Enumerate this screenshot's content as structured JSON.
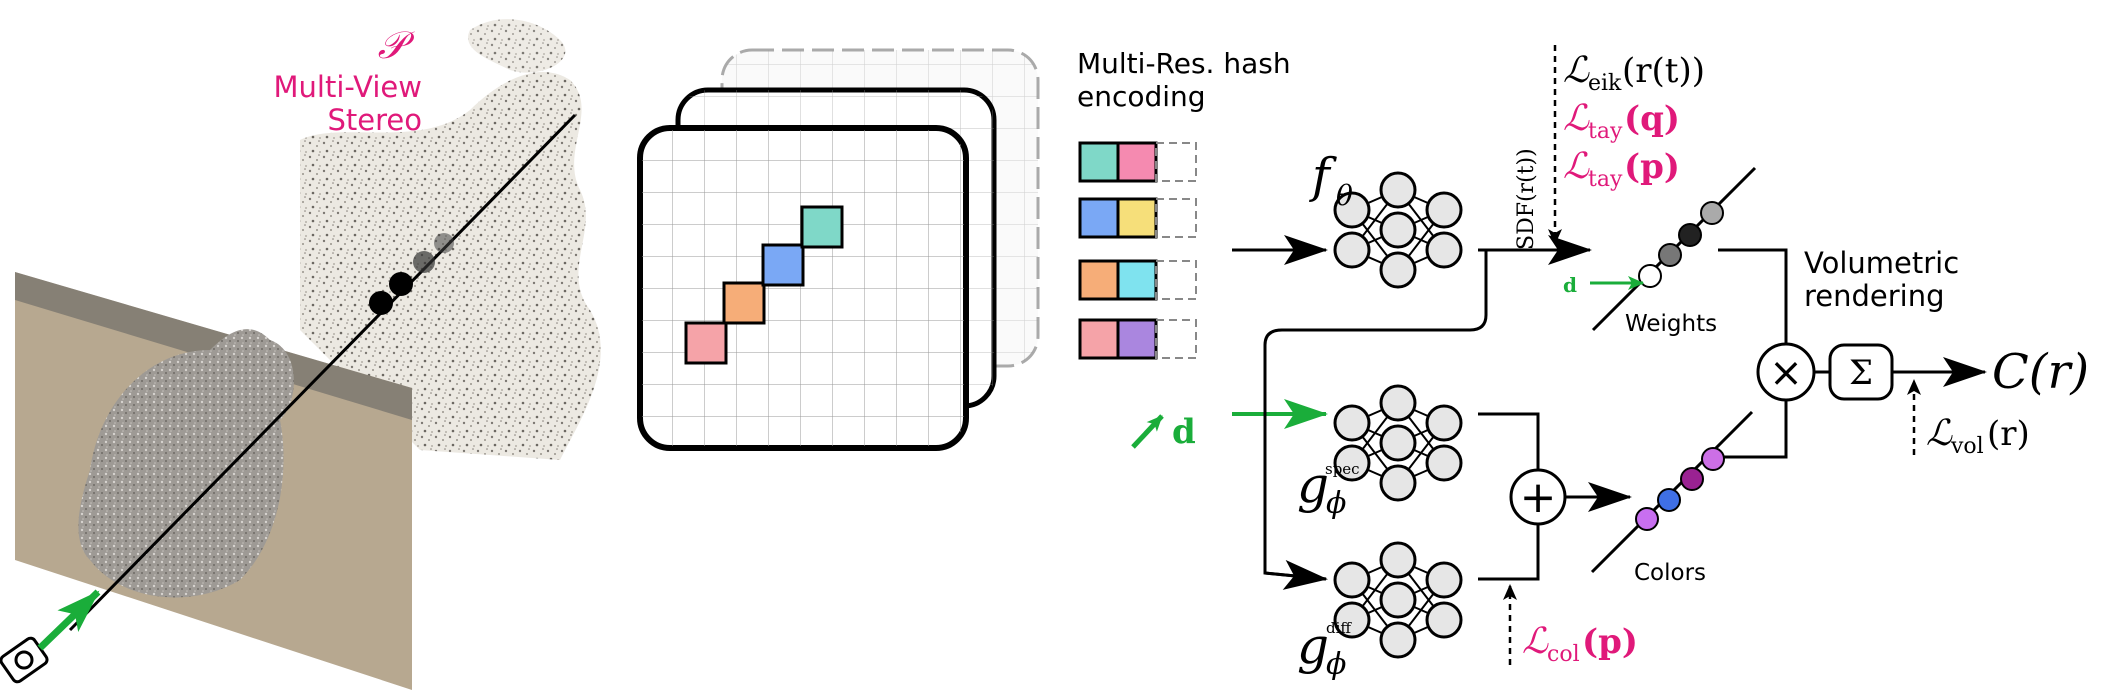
{
  "pointcloud": {
    "symbol": "𝒫",
    "line1": "Multi-View",
    "line2": "Stereo"
  },
  "hash": {
    "line1": "Multi-Res. hash",
    "line2": "encoding"
  },
  "features": {
    "d_label": "d"
  },
  "networks": {
    "f_base": "f",
    "f_sub": "θ",
    "spec_base": "g",
    "spec_sub": "ϕ",
    "spec_sup": "spec",
    "diff_base": "g",
    "diff_sub": "ϕ",
    "diff_sup": "diff"
  },
  "sdf": {
    "label": "SDF(r(t))"
  },
  "losses": {
    "eik_L": "ℒ",
    "eik_sub": "eik",
    "eik_arg": "(r(t))",
    "tay_q_L": "ℒ",
    "tay_q_sub": "tay",
    "tay_q_arg": "(q)",
    "tay_p_L": "ℒ",
    "tay_p_sub": "tay",
    "tay_p_arg": "(p)",
    "col_L": "ℒ",
    "col_sub": "col",
    "col_arg": "(p)",
    "vol_L": "ℒ",
    "vol_sub": "vol",
    "vol_arg": "(r)"
  },
  "labels": {
    "weights": "Weights",
    "colors": "Colors",
    "d_small": "d",
    "vol_line1": "Volumetric",
    "vol_line2": "rendering",
    "output": "C(r)",
    "plus": "+",
    "times": "×",
    "sum": "Σ"
  },
  "colors": {
    "magenta": "#e0197a",
    "green": "#1aad3a",
    "node_fill": "#e6e6e6",
    "teal": "#7fd8c8",
    "pink": "#f58ab0",
    "blue": "#7aa8f5",
    "yellow": "#f6df7a",
    "orange": "#f6ad78",
    "cyan": "#7fe3ef",
    "salmon": "#f5a3a8",
    "purple": "#aa86df"
  }
}
